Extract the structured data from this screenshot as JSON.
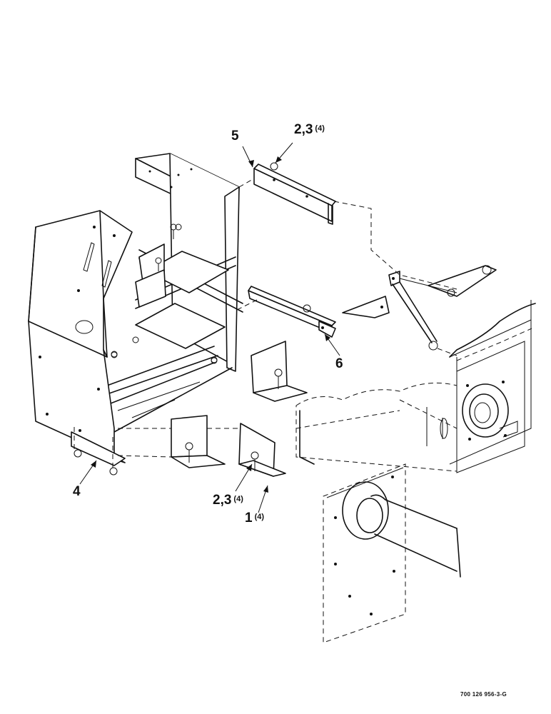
{
  "callouts": {
    "item_5": "5",
    "item_2_3_top": "2,3",
    "item_2_3_top_qty": "(4)",
    "item_6": "6",
    "item_4": "4",
    "item_2_3_bottom": "2,3",
    "item_2_3_bottom_qty": "(4)",
    "item_1": "1",
    "item_1_qty": "(4)"
  },
  "drawing_number": "700 126 956-3-G"
}
